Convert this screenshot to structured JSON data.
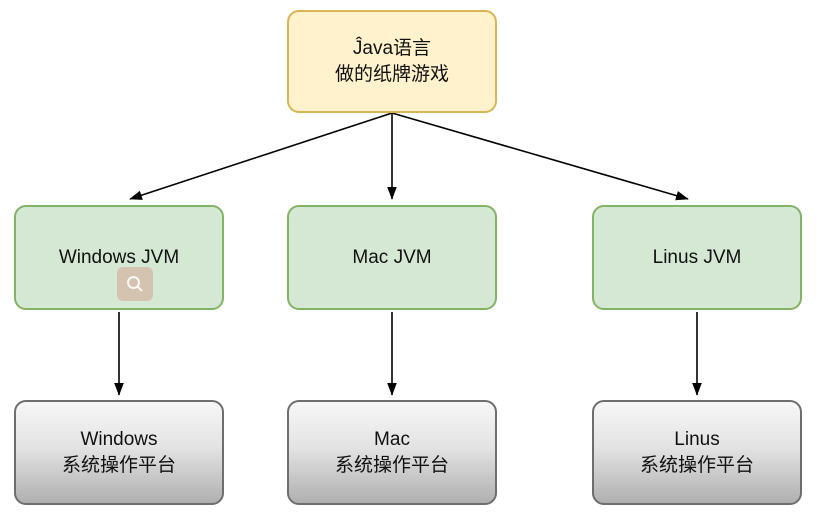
{
  "diagram": {
    "root": {
      "id": "root",
      "line1": "Ĵava语言",
      "line2": "做的纸牌游戏"
    },
    "jvm_nodes": [
      {
        "id": "windows-jvm",
        "label": "Windows JVM"
      },
      {
        "id": "mac-jvm",
        "label": "Mac JVM"
      },
      {
        "id": "linus-jvm",
        "label": "Linus JVM"
      }
    ],
    "platform_nodes": [
      {
        "id": "windows-platform",
        "line1": "Windows",
        "line2": "系统操作平台"
      },
      {
        "id": "mac-platform",
        "line1": "Mac",
        "line2": "系统操作平台"
      },
      {
        "id": "linus-platform",
        "line1": "Linus",
        "line2": "系统操作平台"
      }
    ],
    "edges": [
      {
        "from": "root",
        "to": "windows-jvm"
      },
      {
        "from": "root",
        "to": "mac-jvm"
      },
      {
        "from": "root",
        "to": "linus-jvm"
      },
      {
        "from": "windows-jvm",
        "to": "windows-platform"
      },
      {
        "from": "mac-jvm",
        "to": "mac-platform"
      },
      {
        "from": "linus-jvm",
        "to": "linus-platform"
      }
    ],
    "colors": {
      "root_fill": "#FFF2CC",
      "root_border": "#D6B656",
      "jvm_fill": "#D5E8D4",
      "jvm_border": "#82B366",
      "platform_fill_top": "#F5F5F5",
      "platform_fill_bottom": "#B0B0B0",
      "platform_border": "#6E6E6E",
      "arrow": "#000000"
    }
  }
}
